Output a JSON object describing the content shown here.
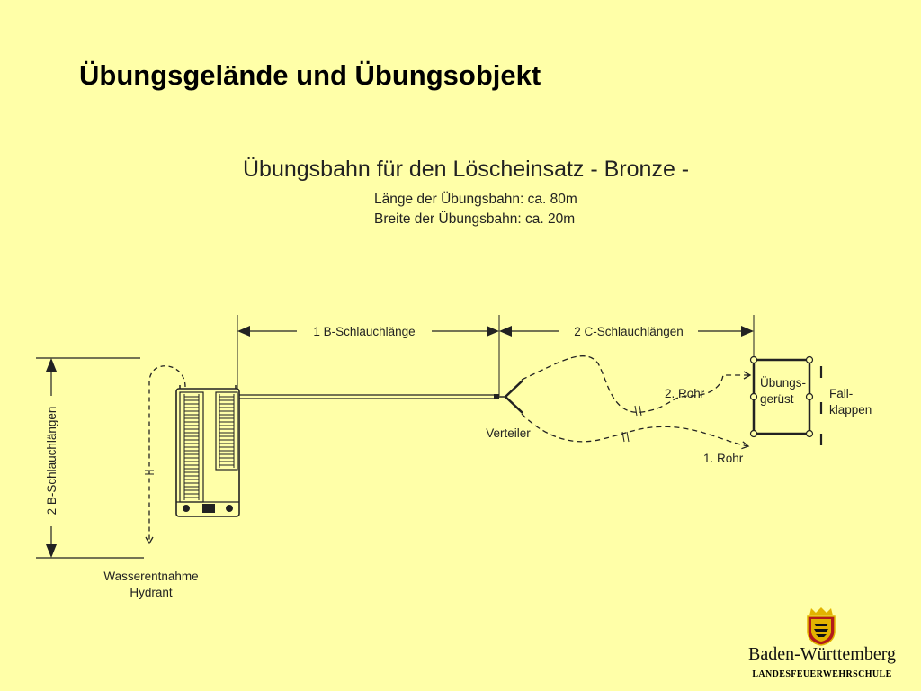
{
  "slide": {
    "title": "Übungsgelände und Übungsobjekt"
  },
  "diagram": {
    "title": "Übungsbahn für den Löscheinsatz - Bronze -",
    "length_line": "Länge der Übungsbahn: ca. 80m",
    "width_line": "Breite der Übungsbahn: ca. 20m",
    "dimension_b_hose": "1 B-Schlauchlänge",
    "dimension_c_hoses": "2 C-Schlauchlängen",
    "dimension_vertical": "2 B-Schlauchlängen",
    "water_source_line1": "Wasserentnahme",
    "water_source_line2": "Hydrant",
    "distributor": "Verteiler",
    "nozzle_2": "2. Rohr",
    "nozzle_1": "1. Rohr",
    "scaffold_line1": "Übungs-",
    "scaffold_line2": "gerüst",
    "flaps_line1": "Fall-",
    "flaps_line2": "klappen"
  },
  "logo": {
    "state": "Baden-Württemberg",
    "school": "LANDESFEUERWEHRSCHULE",
    "colors": {
      "gold": "#e2b400",
      "black": "#111111",
      "red": "#b21b1b"
    }
  },
  "colors": {
    "background": "#ffffa8",
    "line": "#222222"
  }
}
